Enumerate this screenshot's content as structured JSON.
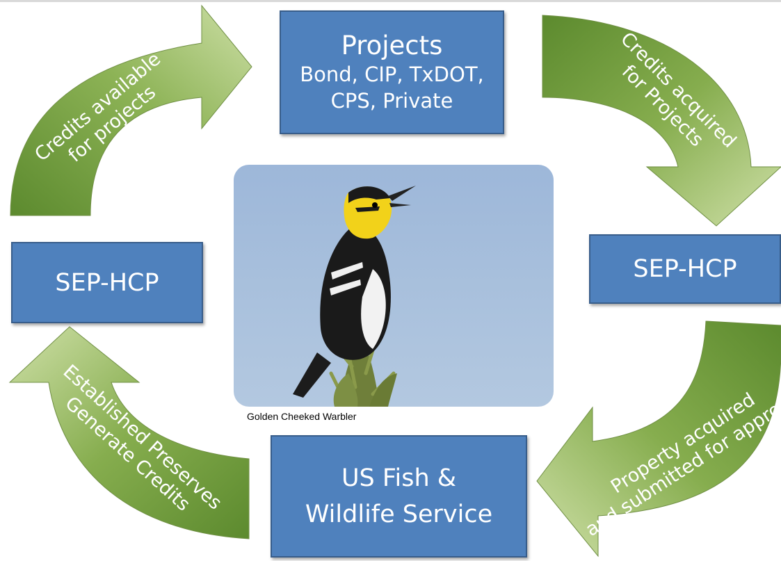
{
  "projects": {
    "title": "Projects",
    "line1": "Bond, CIP, TxDOT,",
    "line2": "CPS, Private"
  },
  "sep_left": {
    "label": "SEP-HCP"
  },
  "sep_right": {
    "label": "SEP-HCP"
  },
  "usfws": {
    "line1": "US Fish &",
    "line2": "Wildlife Service"
  },
  "photo": {
    "caption": "Golden Cheeked Warbler"
  },
  "arrows": {
    "top_left": {
      "line1": "Credits available",
      "line2": "for projects"
    },
    "top_right": {
      "line1": "Credits acquired",
      "line2": "for Projects"
    },
    "bottom_right": {
      "line1": "Property acquired",
      "line2": "and submitted for approval"
    },
    "bottom_left": {
      "line1": "Established Preserves",
      "line2": "Generate Credits"
    }
  },
  "colors": {
    "box_fill": "#4f81bd",
    "box_border": "#385d8a",
    "arrow_light": "#c3d69b",
    "arrow_dark": "#5f8a2f"
  }
}
